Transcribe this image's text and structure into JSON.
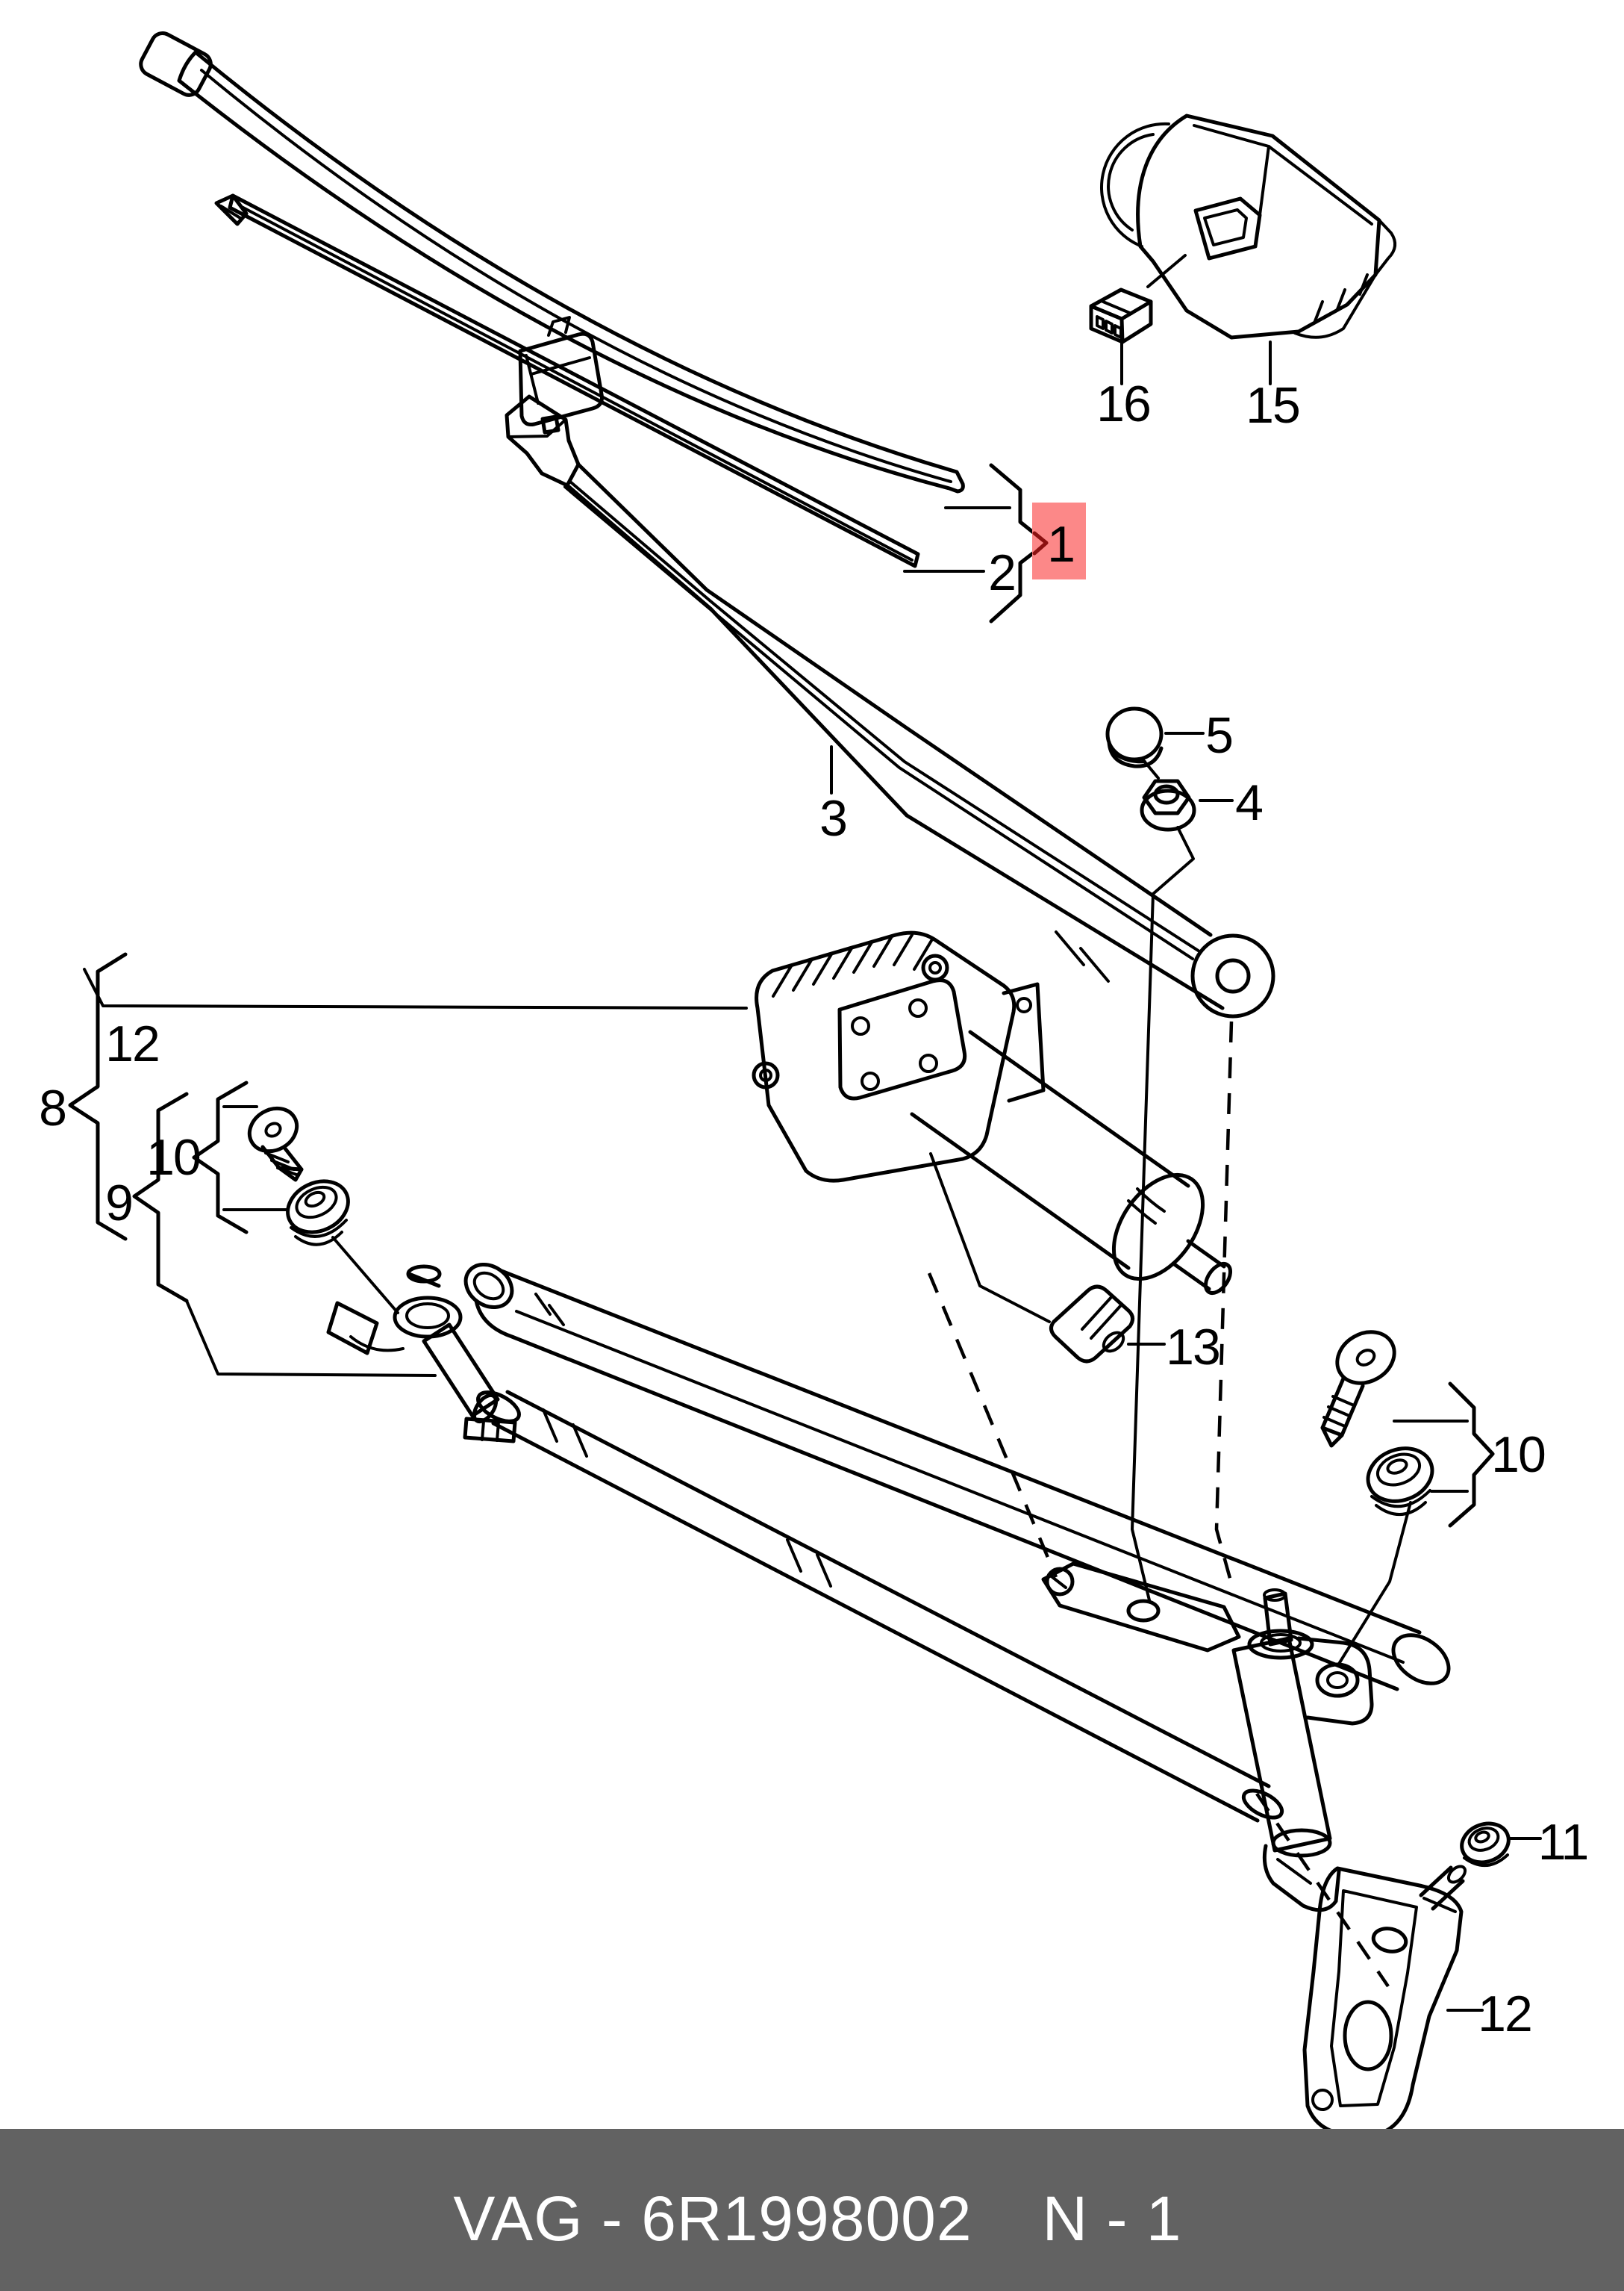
{
  "colors": {
    "line": "#000000",
    "background": "#ffffff",
    "highlight_box": "#fc8888",
    "highlight_digit": "#8b1111",
    "footer_bg": "#626262",
    "footer_text": "#ffffff"
  },
  "footer": {
    "catalog_code": "VAG - 6R1998002",
    "page_ref": "N - 1"
  },
  "callouts": {
    "c1": {
      "label": "1",
      "part": "wiper-blade-assembly",
      "highlighted": true
    },
    "c2": {
      "label": "2",
      "part": "wiper-blade-refill"
    },
    "c3": {
      "label": "3",
      "part": "wiper-arm"
    },
    "c4": {
      "label": "4",
      "part": "hex-nut"
    },
    "c5": {
      "label": "5",
      "part": "cover-cap"
    },
    "c8": {
      "label": "8",
      "part": "wiper-linkage-group"
    },
    "c9": {
      "label": "9",
      "part": "pivot-bearing-group"
    },
    "c10_left": {
      "label": "10",
      "part": "screw-and-grommet-left"
    },
    "c10_right": {
      "label": "10",
      "part": "screw-and-grommet-right"
    },
    "c11": {
      "label": "11",
      "part": "rubber-grommet"
    },
    "c12_left": {
      "label": "12",
      "part": "wiper-frame"
    },
    "c12_right": {
      "label": "12",
      "part": "mounting-bracket"
    },
    "c13": {
      "label": "13",
      "part": "rubber-mounting"
    },
    "c15": {
      "label": "15",
      "part": "control-module"
    },
    "c16": {
      "label": "16",
      "part": "connector-housing"
    }
  }
}
